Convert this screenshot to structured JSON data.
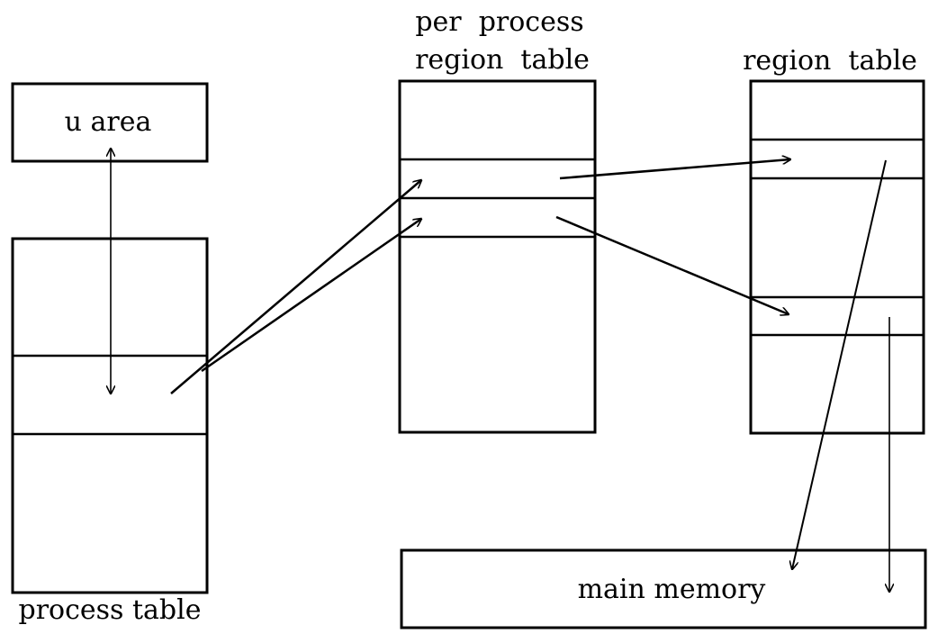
{
  "labels": {
    "u_area": "u area",
    "per_process_line1": "per  process",
    "per_process_line2": "region  table",
    "region_table": "region  table",
    "process_table": "process table",
    "main_memory": "main memory"
  },
  "colors": {
    "stroke": "#000000",
    "background": "#ffffff"
  }
}
